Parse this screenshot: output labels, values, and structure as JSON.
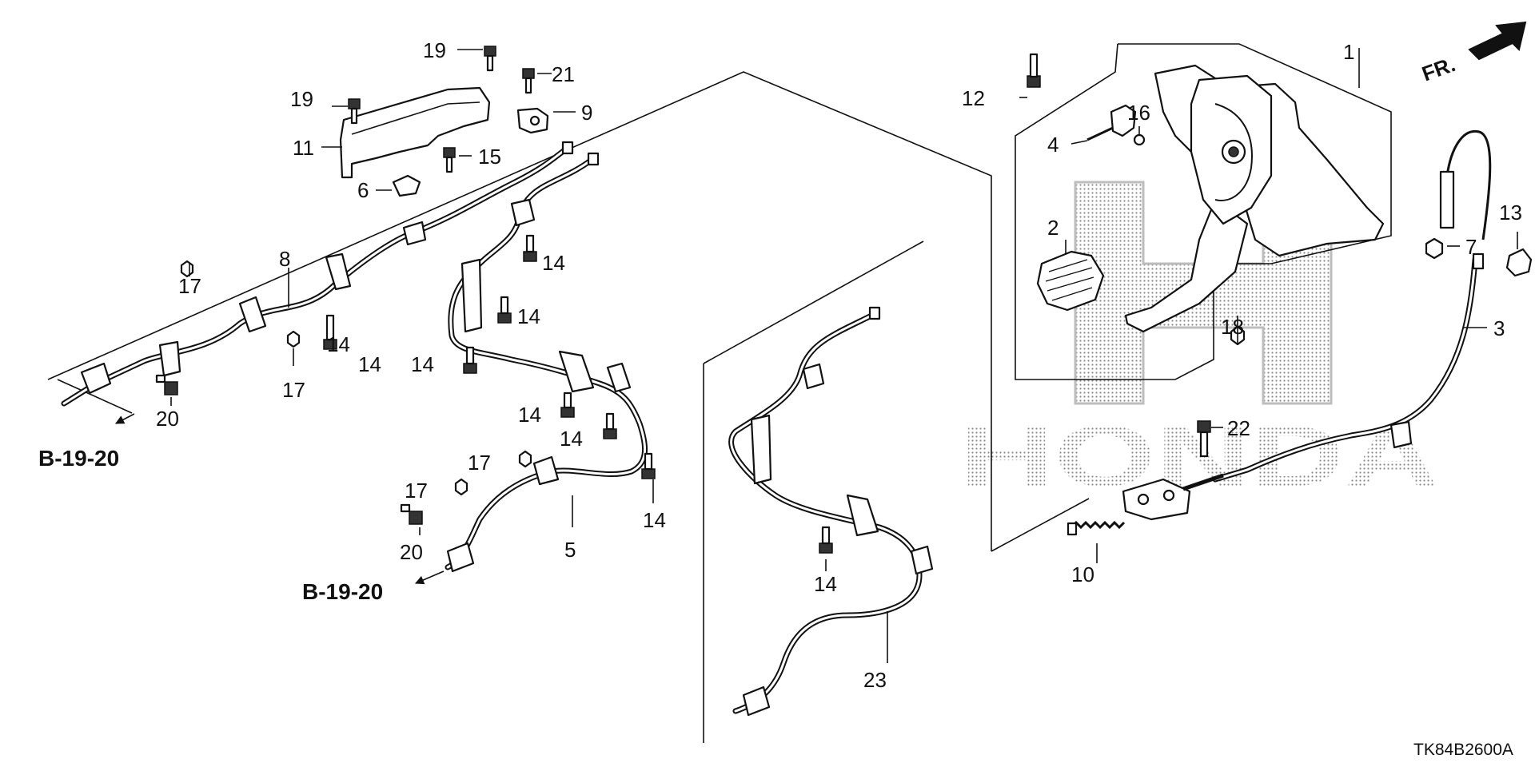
{
  "watermark": "HONDA",
  "diagram_code": "TK84B2600A",
  "front_indicator": "FR.",
  "reference_labels": [
    "B-19-20",
    "B-19-20"
  ],
  "callouts": [
    "1",
    "2",
    "3",
    "4",
    "5",
    "6",
    "7",
    "8",
    "9",
    "10",
    "11",
    "12",
    "13",
    "14",
    "15",
    "16",
    "17",
    "18",
    "19",
    "20",
    "21",
    "22",
    "23"
  ]
}
